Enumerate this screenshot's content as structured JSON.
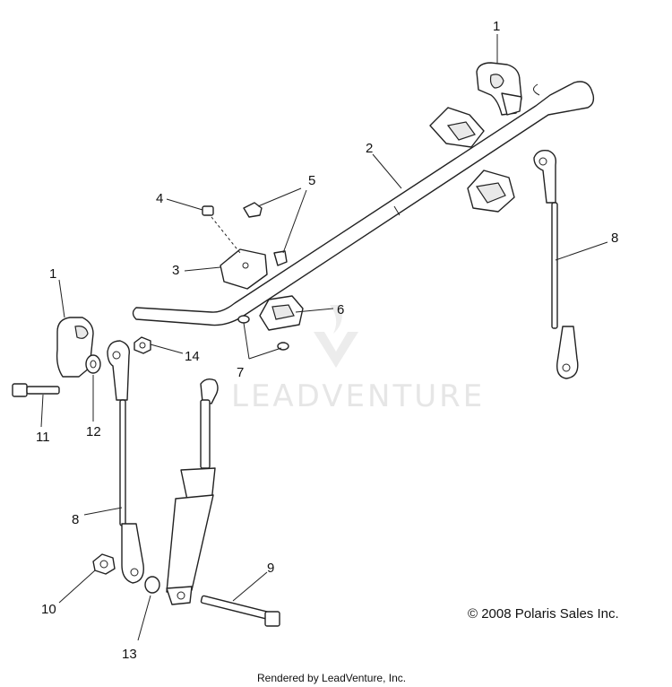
{
  "watermark": {
    "text": "LEADVENTURE"
  },
  "copyright": "© 2008 Polaris Sales Inc.",
  "rendered_by": "Rendered by LeadVenture, Inc.",
  "callouts": {
    "c1_top": "1",
    "c1_left": "1",
    "c2": "2",
    "c3": "3",
    "c4": "4",
    "c5": "5",
    "c6": "6",
    "c7": "7",
    "c8_right": "8",
    "c8_left": "8",
    "c9": "9",
    "c10": "10",
    "c11": "11",
    "c12": "12",
    "c13": "13",
    "c14": "14"
  }
}
